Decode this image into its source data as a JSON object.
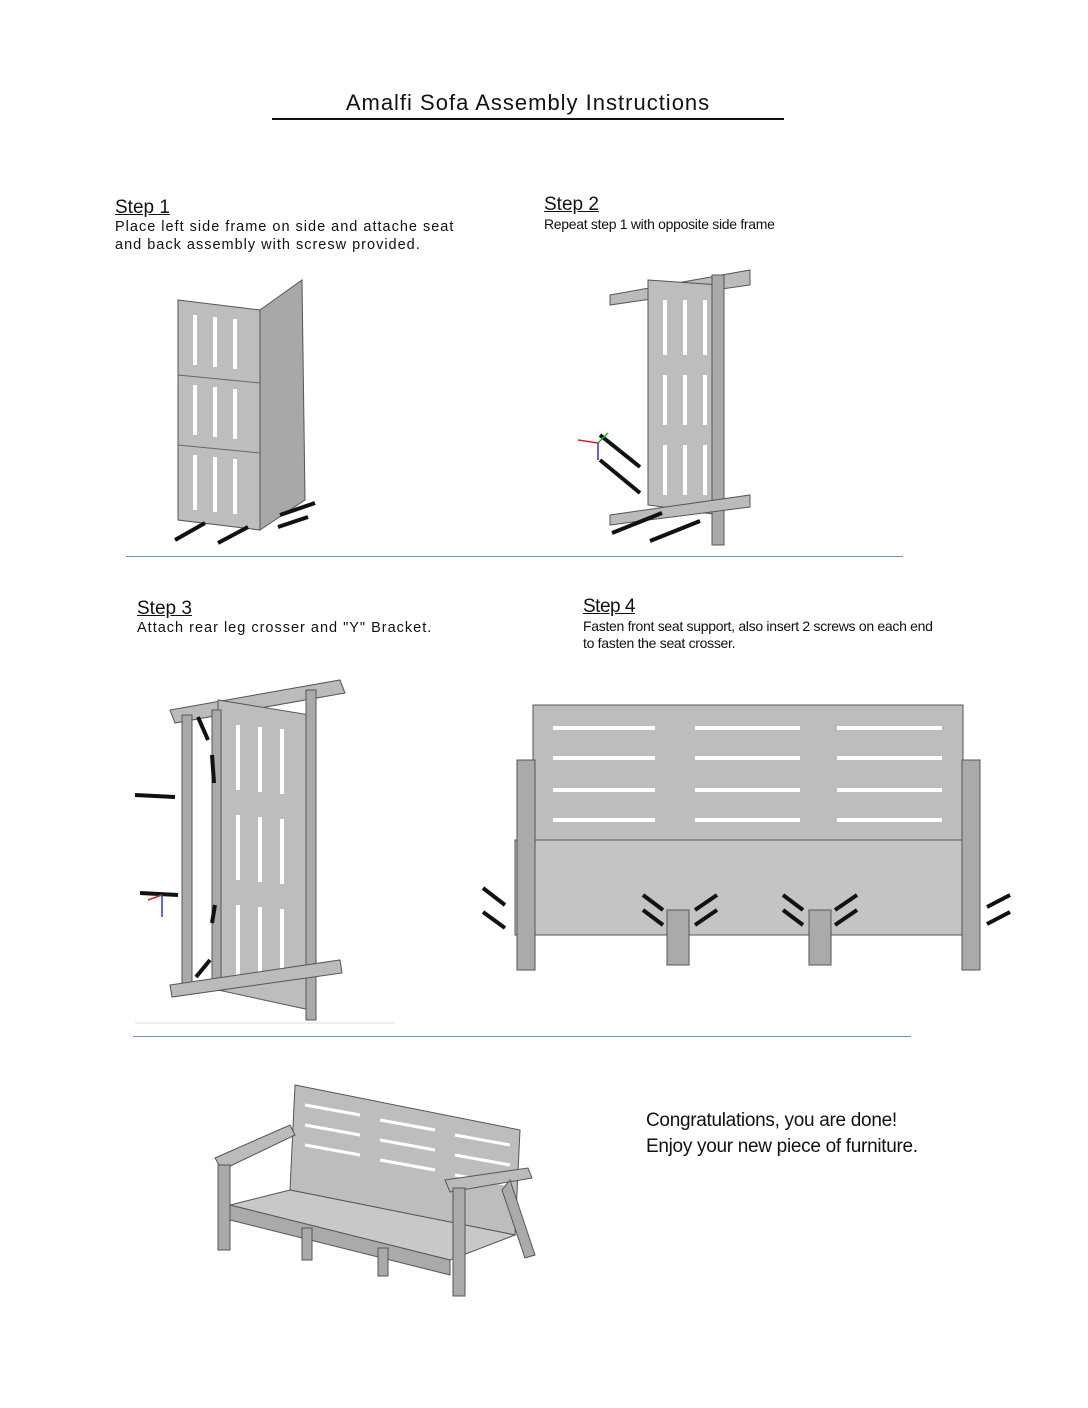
{
  "title": "Amalfi Sofa Assembly Instructions",
  "steps": [
    {
      "heading": "Step 1",
      "text": "Place left side frame on side and attache seat and back assembly with scresw provided."
    },
    {
      "heading": "Step 2",
      "text": "Repeat step 1 with opposite side frame"
    },
    {
      "heading": "Step 3",
      "text": "Attach rear leg crosser and \"Y\" Bracket."
    },
    {
      "heading": "Step 4",
      "text": "Fasten front seat support, also insert 2 screws on each end to fasten the seat crosser."
    }
  ],
  "congrats": "Congratulations, you are done! Enjoy your new piece of furniture.",
  "colors": {
    "part": "#b9b9b9",
    "edge": "#555555",
    "rule": "#6f8fd0"
  }
}
